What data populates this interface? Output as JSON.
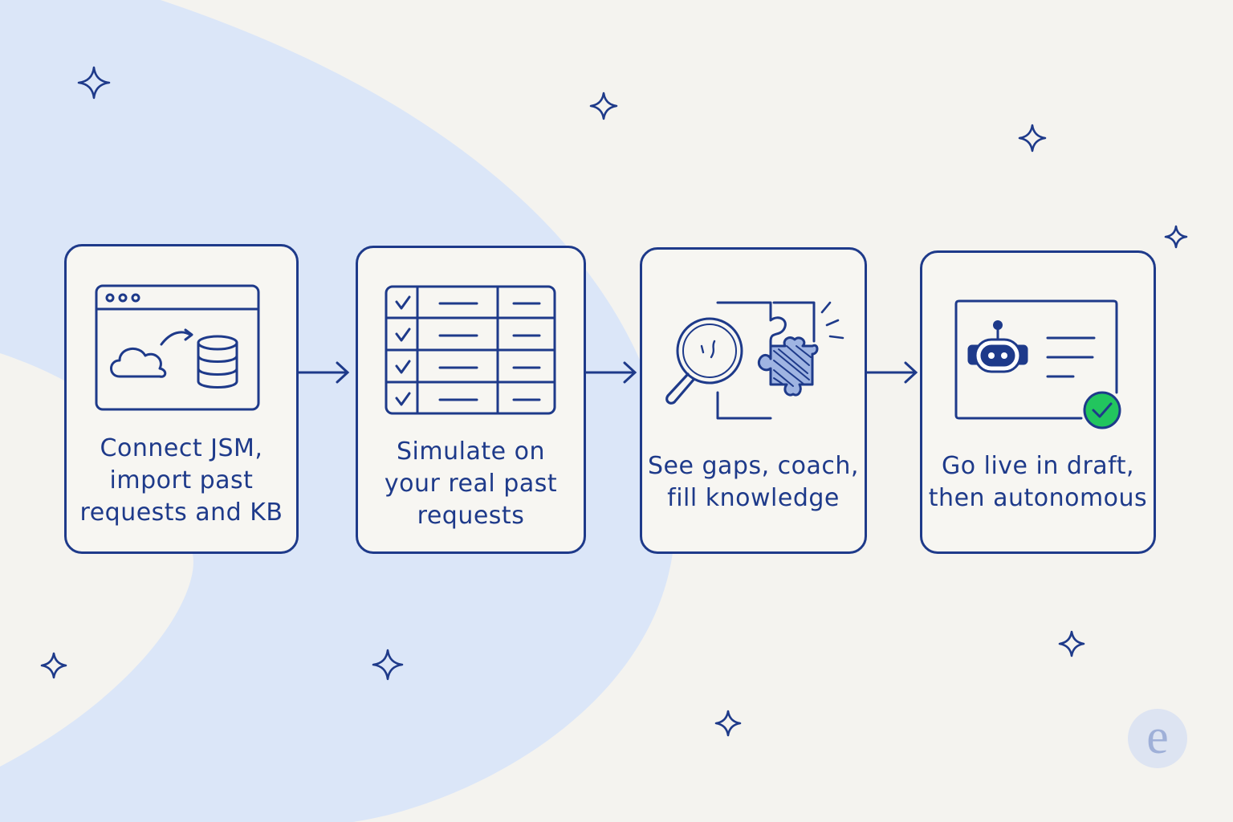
{
  "colors": {
    "background": "#f4f3ef",
    "blob": "#dbe6f8",
    "ink": "#1e3a8a",
    "check_green": "#22c55e"
  },
  "steps": [
    {
      "label": "Connect JSM,\nimport past\nrequests and KB",
      "icon": "cloud-to-database-icon"
    },
    {
      "label": "Simulate on\nyour real past\nrequests",
      "icon": "checklist-table-icon"
    },
    {
      "label": "See gaps, coach,\nfill knowledge",
      "icon": "magnifier-puzzle-icon"
    },
    {
      "label": "Go live in draft,\nthen autonomous",
      "icon": "robot-approved-icon"
    }
  ],
  "logo": {
    "letter": "e"
  }
}
